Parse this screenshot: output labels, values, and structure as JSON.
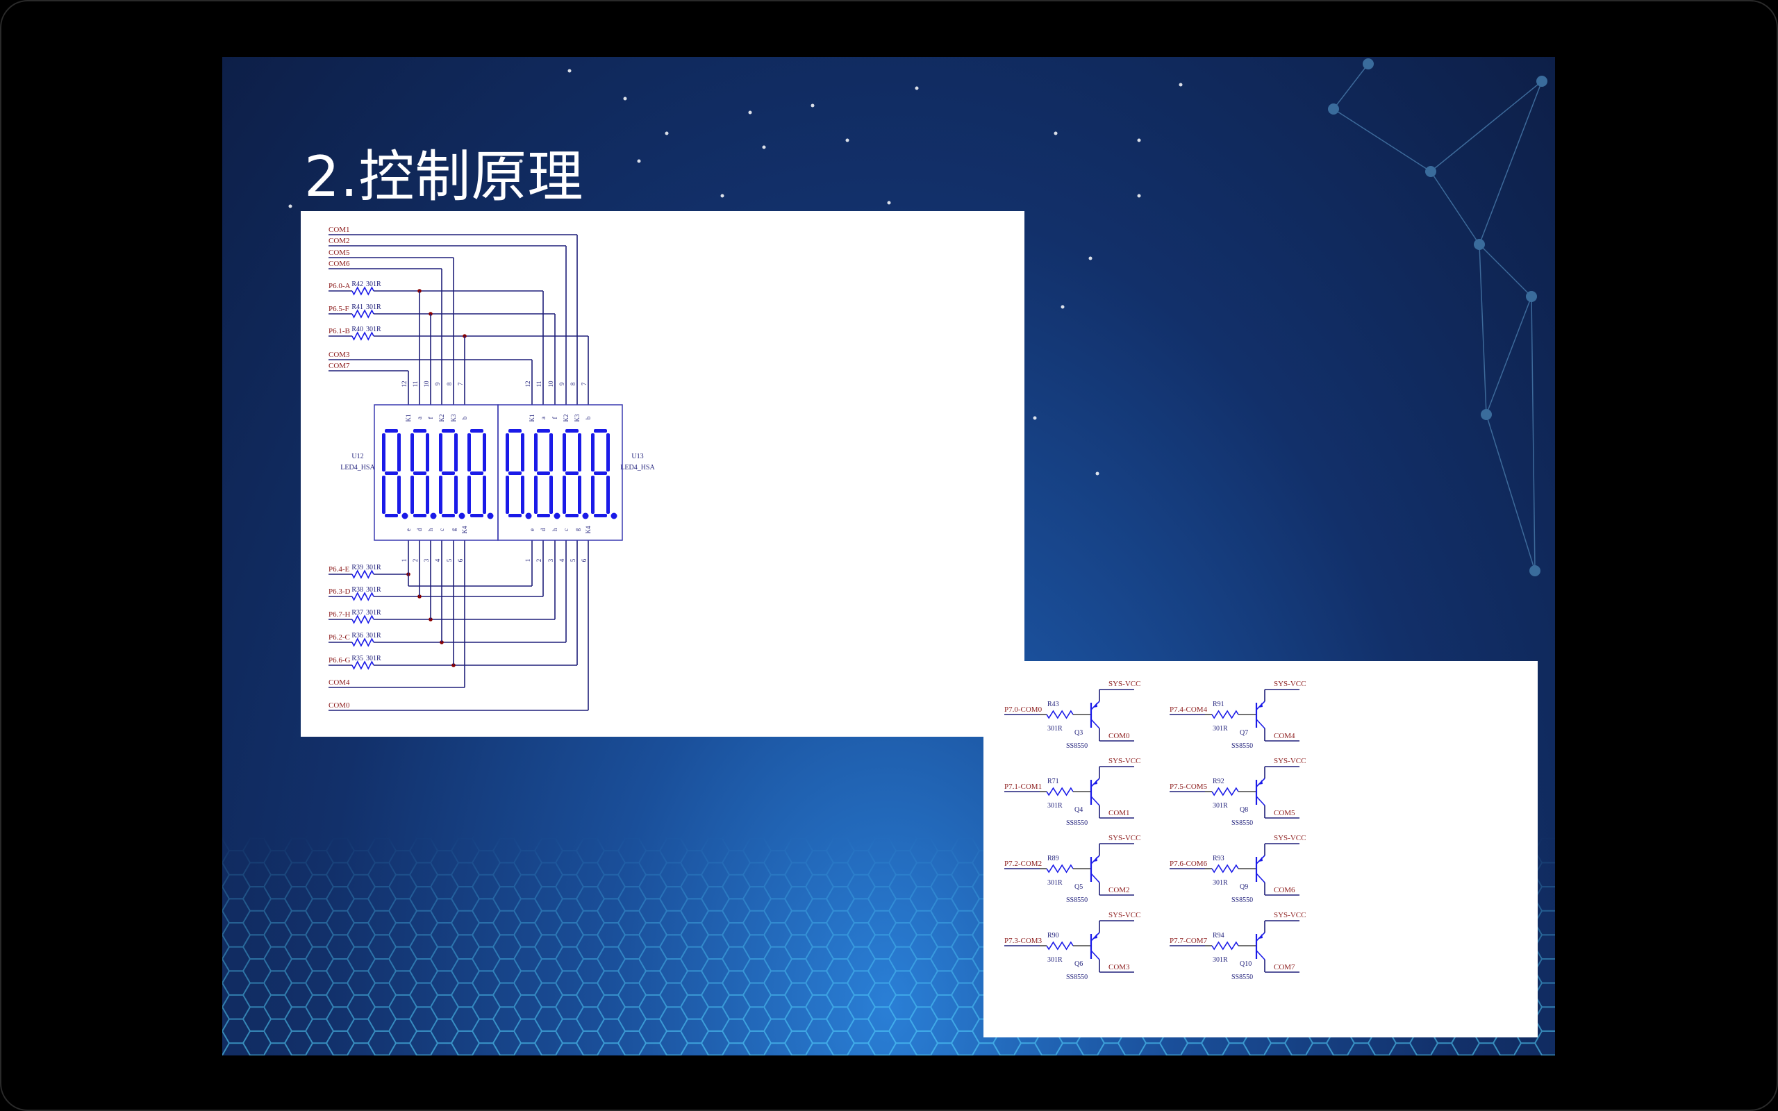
{
  "slide": {
    "title": "2.控制原理"
  },
  "colors": {
    "wire": "#1f1f7a",
    "net_label": "#8b1a1a",
    "segment": "#1a1ae8",
    "junction": "#8b0000",
    "accent": "#3fd3ff"
  },
  "top_schematic": {
    "upper_nets": [
      {
        "label": "COM1"
      },
      {
        "label": "COM2"
      },
      {
        "label": "COM5"
      },
      {
        "label": "COM6"
      },
      {
        "label": "P6.0-A",
        "ref": "R42",
        "value": "301R"
      },
      {
        "label": "P6.5-F",
        "ref": "R41",
        "value": "301R"
      },
      {
        "label": "P6.1-B",
        "ref": "R40",
        "value": "301R"
      },
      {
        "label": "COM3"
      },
      {
        "label": "COM7"
      }
    ],
    "lower_nets": [
      {
        "label": "P6.4-E",
        "ref": "R39",
        "value": "301R"
      },
      {
        "label": "P6.3-D",
        "ref": "R38",
        "value": "301R"
      },
      {
        "label": "P6.7-H",
        "ref": "R37",
        "value": "301R"
      },
      {
        "label": "P6.2-C",
        "ref": "R36",
        "value": "301R"
      },
      {
        "label": "P6.6-G",
        "ref": "R35",
        "value": "301R"
      },
      {
        "label": "COM4"
      },
      {
        "label": "COM0"
      }
    ],
    "top_pin_numbers": [
      "12",
      "11",
      "10",
      "9",
      "8",
      "7"
    ],
    "top_pin_names": [
      "K1",
      "a",
      "f",
      "K2",
      "K3",
      "b"
    ],
    "bottom_pin_numbers": [
      "1",
      "2",
      "3",
      "4",
      "5",
      "6"
    ],
    "bottom_pin_names": [
      "e",
      "d",
      "h",
      "c",
      "g",
      "K4"
    ],
    "displays": [
      {
        "ref": "U12",
        "part": "LED4_HSA"
      },
      {
        "ref": "U13",
        "part": "LED4_HSA"
      }
    ]
  },
  "driver_schematic": {
    "drivers": [
      {
        "net": "P7.0-COM0",
        "ref": "R43",
        "value": "301R",
        "q": "Q3",
        "part": "SS8550",
        "vcc": "SYS-VCC",
        "out": "COM0"
      },
      {
        "net": "P7.1-COM1",
        "ref": "R71",
        "value": "301R",
        "q": "Q4",
        "part": "SS8550",
        "vcc": "SYS-VCC",
        "out": "COM1"
      },
      {
        "net": "P7.2-COM2",
        "ref": "R89",
        "value": "301R",
        "q": "Q5",
        "part": "SS8550",
        "vcc": "SYS-VCC",
        "out": "COM2"
      },
      {
        "net": "P7.3-COM3",
        "ref": "R90",
        "value": "301R",
        "q": "Q6",
        "part": "SS8550",
        "vcc": "SYS-VCC",
        "out": "COM3"
      },
      {
        "net": "P7.4-COM4",
        "ref": "R91",
        "value": "301R",
        "q": "Q7",
        "part": "SS8550",
        "vcc": "SYS-VCC",
        "out": "COM4"
      },
      {
        "net": "P7.5-COM5",
        "ref": "R92",
        "value": "301R",
        "q": "Q8",
        "part": "SS8550",
        "vcc": "SYS-VCC",
        "out": "COM5"
      },
      {
        "net": "P7.6-COM6",
        "ref": "R93",
        "value": "301R",
        "q": "Q9",
        "part": "SS8550",
        "vcc": "SYS-VCC",
        "out": "COM6"
      },
      {
        "net": "P7.7-COM7",
        "ref": "R94",
        "value": "301R",
        "q": "Q10",
        "part": "SS8550",
        "vcc": "SYS-VCC",
        "out": "COM7"
      }
    ]
  }
}
